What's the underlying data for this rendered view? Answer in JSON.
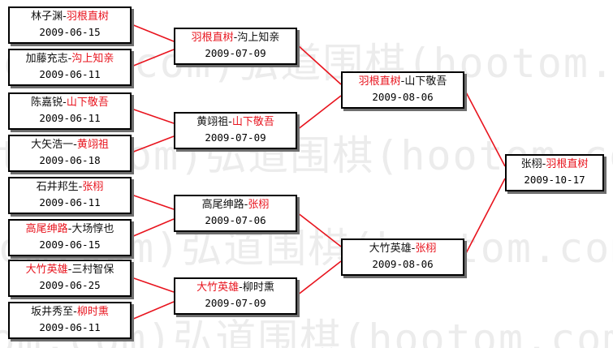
{
  "colors": {
    "winner": "#e8141e",
    "text": "#111111",
    "connector": "#e8141e",
    "border": "#000000",
    "shadow": "#6e6e6e"
  },
  "watermark": "弘道围棋(hootom.com)弘道围棋(hootom.com)弘道",
  "matches": [
    {
      "id": "r1m1",
      "p1": "林子渊",
      "sep": "-",
      "p2": "羽根直树",
      "winner": 2,
      "date": "2009-06-15"
    },
    {
      "id": "r1m2",
      "p1": "加藤充志",
      "sep": "-",
      "p2": "沟上知亲",
      "winner": 2,
      "date": "2009-06-11"
    },
    {
      "id": "r1m3",
      "p1": "陈嘉锐",
      "sep": "-",
      "p2": "山下敬吾",
      "winner": 2,
      "date": "2009-06-11"
    },
    {
      "id": "r1m4",
      "p1": "大矢浩一",
      "sep": "-",
      "p2": "黄翊祖",
      "winner": 2,
      "date": "2009-06-18"
    },
    {
      "id": "r1m5",
      "p1": "石井邦生",
      "sep": "-",
      "p2": "张栩",
      "winner": 2,
      "date": "2009-06-11"
    },
    {
      "id": "r1m6",
      "p1": "高尾绅路",
      "sep": "-",
      "p2": "大场惇也",
      "winner": 1,
      "date": "2009-06-15"
    },
    {
      "id": "r1m7",
      "p1": "大竹英雄",
      "sep": "-",
      "p2": "三村智保",
      "winner": 1,
      "date": "2009-06-25"
    },
    {
      "id": "r1m8",
      "p1": "坂井秀至",
      "sep": "-",
      "p2": "柳时熏",
      "winner": 2,
      "date": "2009-06-11"
    },
    {
      "id": "r2m1",
      "p1": "羽根直树",
      "sep": "-",
      "p2": "沟上知亲",
      "winner": 1,
      "date": "2009-07-09"
    },
    {
      "id": "r2m2",
      "p1": "黄翊祖",
      "sep": "-",
      "p2": "山下敬吾",
      "winner": 2,
      "date": "2009-07-09"
    },
    {
      "id": "r2m3",
      "p1": "高尾绅路",
      "sep": "-",
      "p2": "张栩",
      "winner": 2,
      "date": "2009-07-06"
    },
    {
      "id": "r2m4",
      "p1": "大竹英雄",
      "sep": "-",
      "p2": "柳时熏",
      "winner": 1,
      "date": "2009-07-09"
    },
    {
      "id": "r3m1",
      "p1": "羽根直树",
      "sep": "-",
      "p2": "山下敬吾",
      "winner": 1,
      "date": "2009-08-06"
    },
    {
      "id": "r3m2",
      "p1": "大竹英雄",
      "sep": "-",
      "p2": "张栩",
      "winner": 2,
      "date": "2009-08-06"
    },
    {
      "id": "final",
      "p1": "张栩",
      "sep": "-",
      "p2": "羽根直树",
      "winner": 2,
      "date": "2009-10-17"
    }
  ]
}
